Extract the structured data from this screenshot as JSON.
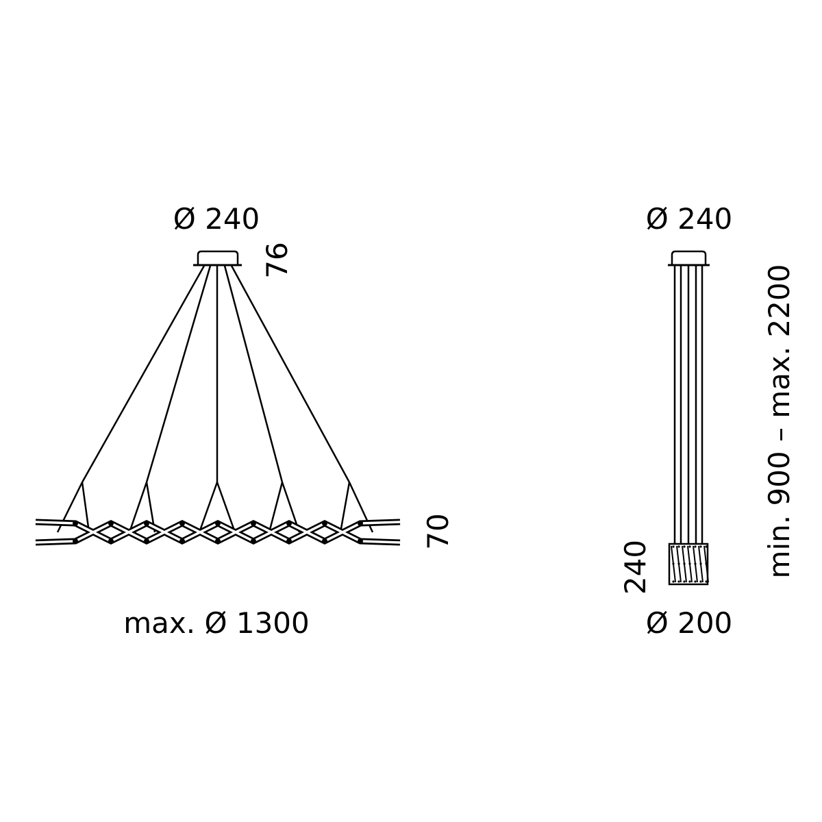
{
  "left_view": {
    "canopy_diameter": "Ø 240",
    "canopy_height": "76",
    "lattice_height": "70",
    "max_diameter": "max. Ø 1300"
  },
  "right_view": {
    "canopy_diameter": "Ø 240",
    "body_height": "240",
    "body_diameter": "Ø 200",
    "suspension_length": "min. 900 – max. 2200"
  },
  "colors": {
    "line": "#000000",
    "background": "#ffffff"
  }
}
